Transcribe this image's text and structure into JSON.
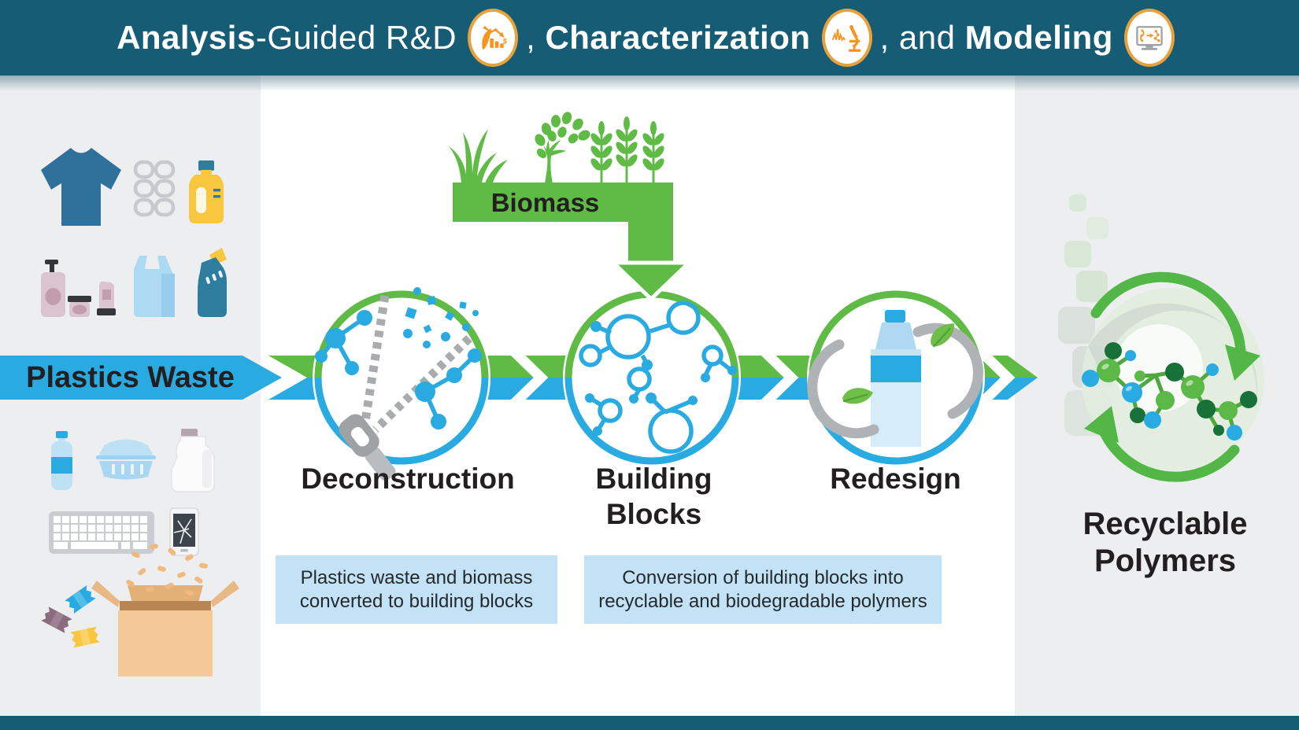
{
  "header": {
    "part1_bold": "Analysis",
    "part2": "-Guided R&D",
    "comma1": ", ",
    "part3_bold": "Characterization",
    "comma2": ", and ",
    "part4_bold": "Modeling",
    "dollar": "$",
    "icons": [
      "analysis-chart-icon",
      "microscope-icon",
      "modeling-monitor-icon"
    ]
  },
  "left_panel": {
    "label": "Plastics Waste",
    "items_top": [
      "t-shirt",
      "six-pack-rings",
      "detergent-bottle",
      "lotion-pump",
      "cosmetic-jar",
      "cosmetic-tube",
      "plastic-bag",
      "bleach-bottle"
    ],
    "items_bottom": [
      "water-bottle",
      "clamshell-container",
      "milk-jug",
      "keyboard",
      "broken-phone",
      "candy-wrappers",
      "box-with-packing-peanuts"
    ]
  },
  "biomass": {
    "label": "Biomass"
  },
  "stages": [
    {
      "label": "Deconstruction"
    },
    {
      "label": "Building Blocks"
    },
    {
      "label": "Redesign"
    }
  ],
  "captions": [
    {
      "text": "Plastics waste and biomass converted to building blocks"
    },
    {
      "text": "Conversion of building blocks into recyclable and biodegradable polymers"
    }
  ],
  "right_panel": {
    "label": "Recyclable Polymers"
  },
  "colors": {
    "header_teal": "#155C74",
    "green": "#5FBB46",
    "blue": "#29ABE2",
    "caption_bg": "#C3E2F6",
    "panel_gray": "#EDEEEF",
    "icon_orange": "#F7941D",
    "text_dark": "#231F20"
  }
}
